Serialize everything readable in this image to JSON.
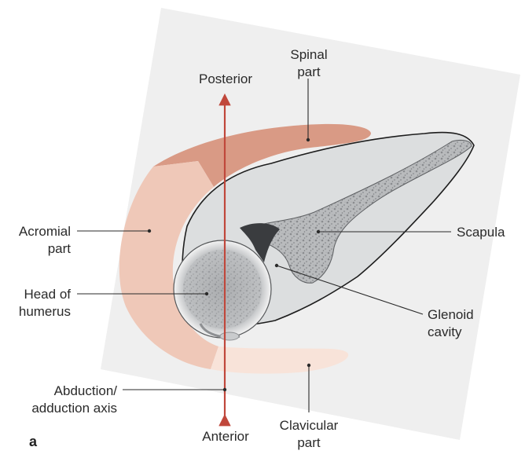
{
  "figure": {
    "panel_letter": "a",
    "labels": {
      "posterior": "Posterior",
      "anterior": "Anterior",
      "spinal_part": [
        "Spinal",
        "part"
      ],
      "acromial_part": [
        "Acromial",
        "part"
      ],
      "head_of_humerus": [
        "Head of",
        "humerus"
      ],
      "abduction_axis": [
        "Abduction/",
        "adduction axis"
      ],
      "scapula": "Scapula",
      "glenoid_cavity": [
        "Glenoid",
        "cavity"
      ],
      "clavicular_part": [
        "Clavicular",
        "part"
      ]
    },
    "colors": {
      "spinal_part": "#d99a85",
      "acromial_part": "#efc8b8",
      "clavicular_part": "#f8e3d9",
      "scapula_fill": "#dcdedf",
      "bone": "#8e9093",
      "axis_arrow": "#c0473b",
      "background_panel": "#efefef"
    }
  }
}
